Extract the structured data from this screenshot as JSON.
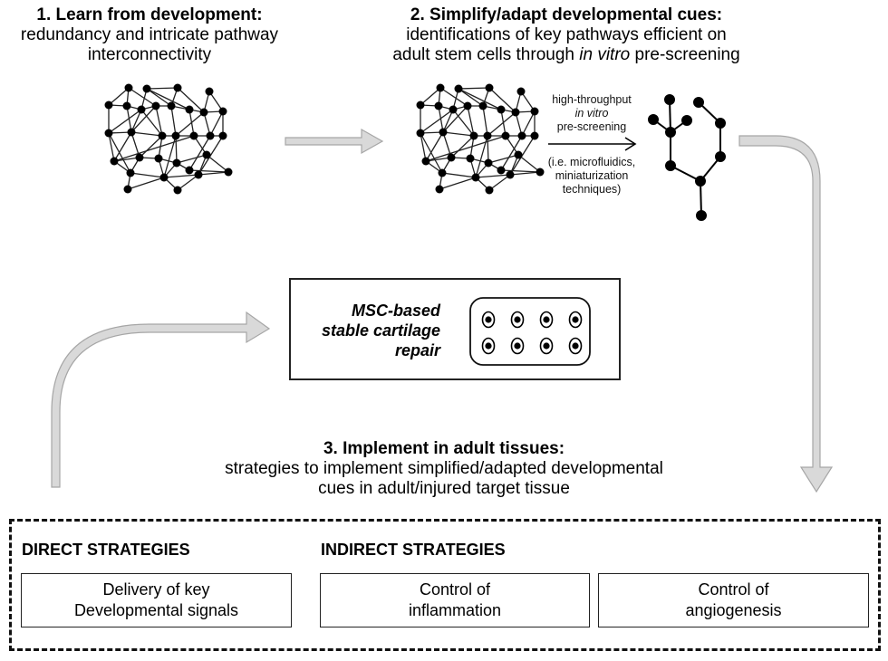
{
  "step1": {
    "title": "1. Learn from development:",
    "line1": "redundancy and intricate pathway",
    "line2": "interconnectivity"
  },
  "step2": {
    "title": "2. Simplify/adapt developmental cues:",
    "line1": "identifications of key pathways efficient on",
    "line2_pre": "adult stem cells through ",
    "line2_italic": "in vitro",
    "line2_post": " pre-screening"
  },
  "screening": {
    "line1": "high-throughput",
    "line2_italic": "in vitro",
    "line3": "pre-screening",
    "note1": "(i.e. microfluidics,",
    "note2": "miniaturization",
    "note3": "techniques)"
  },
  "msc": {
    "line1": "MSC-based",
    "line2": "stable cartilage",
    "line3": "repair"
  },
  "step3": {
    "title": "3. Implement in adult tissues:",
    "line1": "strategies to implement simplified/adapted developmental",
    "line2": "cues in adult/injured target tissue"
  },
  "strategies": {
    "direct_label": "DIRECT STRATEGIES",
    "indirect_label": "INDIRECT STRATEGIES",
    "boxes": [
      {
        "line1": "Delivery of key",
        "line2": "Developmental signals"
      },
      {
        "line1": "Control of",
        "line2": "inflammation"
      },
      {
        "line1": "Control of",
        "line2": "angiogenesis"
      }
    ]
  },
  "colors": {
    "arrow_fill": "#d9d9d9",
    "arrow_stroke": "#a6a6a6",
    "ink": "#000000"
  }
}
